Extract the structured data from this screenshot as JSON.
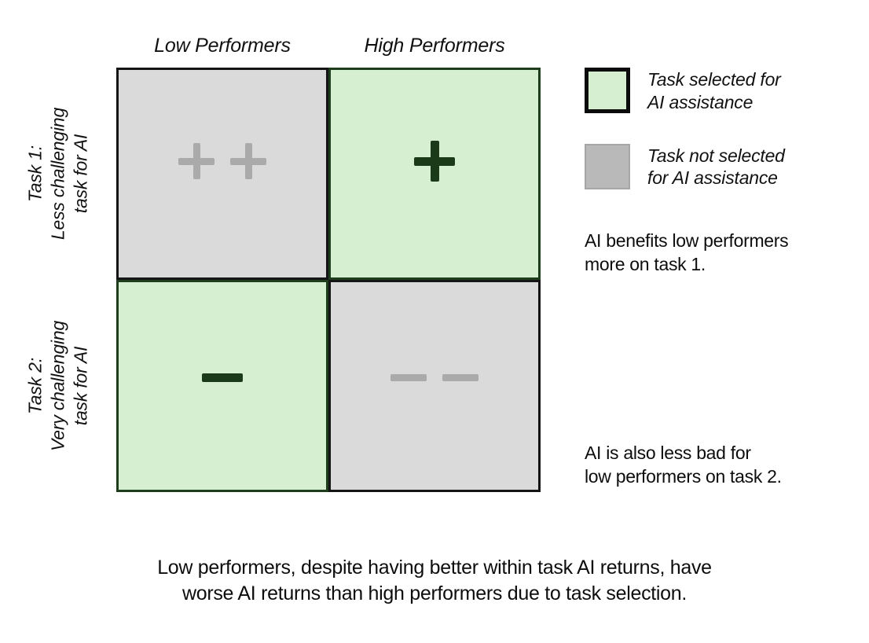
{
  "columns": [
    {
      "label": "Low Performers"
    },
    {
      "label": "High Performers"
    }
  ],
  "rows": [
    {
      "line1": "Task 1:",
      "line2": "Less challenging",
      "line3": "task for AI"
    },
    {
      "line1": "Task 2:",
      "line2": "Very challenging",
      "line3": "task for AI"
    }
  ],
  "cells": {
    "low_task1": {
      "state": "not-selected",
      "symbol": "plus",
      "count": 2,
      "tone": "muted"
    },
    "high_task1": {
      "state": "selected",
      "symbol": "plus",
      "count": 1,
      "tone": "dark"
    },
    "low_task2": {
      "state": "selected",
      "symbol": "minus",
      "count": 1,
      "tone": "dark"
    },
    "high_task2": {
      "state": "not-selected",
      "symbol": "minus",
      "count": 2,
      "tone": "muted"
    }
  },
  "legend": [
    {
      "swatch": "green",
      "line1": "Task selected for",
      "line2": "AI assistance"
    },
    {
      "swatch": "gray",
      "line1": "Task not selected",
      "line2": "for AI assistance"
    }
  ],
  "notes": [
    {
      "line1": "AI benefits low performers",
      "line2": "more on task 1."
    },
    {
      "line1": "AI is also less bad for",
      "line2": "low performers on task 2."
    }
  ],
  "caption": {
    "line1": "Low performers, despite having better within task AI returns, have",
    "line2": "worse AI returns than high performers due to task selection."
  },
  "colors": {
    "selected_fill": "#d7efd1",
    "selected_border": "#1d3d1c",
    "not_selected_fill": "#dadada",
    "not_selected_border": "#141414",
    "dark_symbol": "#1b3a18",
    "muted_symbol": "#aaaaaa",
    "legend_gray_fill": "#b9b9b9",
    "background": "#ffffff"
  }
}
